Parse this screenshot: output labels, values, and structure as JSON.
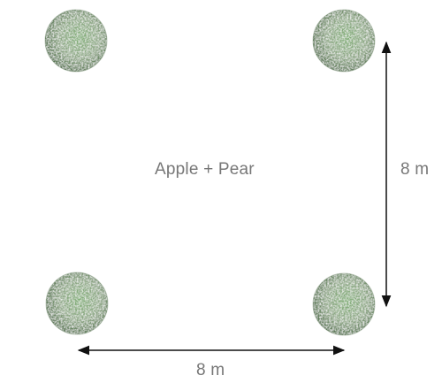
{
  "diagram": {
    "center_label": "Apple + Pear",
    "vertical_dimension": "8 m",
    "horizontal_dimension": "8 m",
    "tree_icon": "tree-canopy-icon",
    "colors": {
      "canopy_base": "#8fa887",
      "canopy_dark": "#4f6e4a",
      "canopy_light": "#f2f2ee",
      "canopy_green": "#7fae74",
      "arrow": "#111111",
      "text": "#777777"
    }
  }
}
